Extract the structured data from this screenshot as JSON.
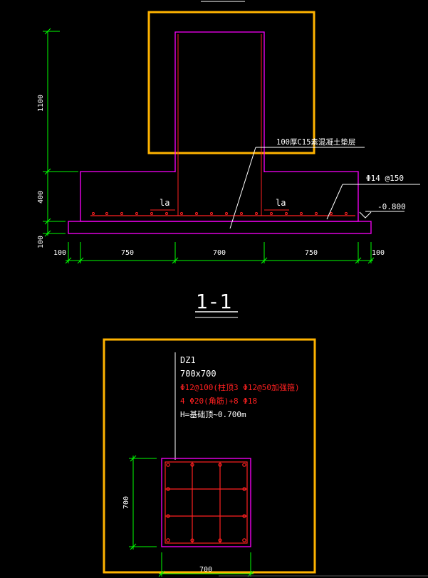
{
  "section": {
    "dimensions": {
      "height_upper": "1100",
      "height_mid": "400",
      "height_lower": "100",
      "width_left_margin": "100",
      "width_left": "750",
      "width_center": "700",
      "width_right": "750",
      "width_right_margin": "100"
    },
    "annotations": {
      "cushion": "100厚C15素混凝土垫层",
      "rebar": "Φ14 @150",
      "elevation": "-0.800",
      "la_left": "la",
      "la_right": "la"
    },
    "title": "1-1"
  },
  "column": {
    "name": "DZ1",
    "size": "700x700",
    "stirrup": "Φ12@100(柱顶3 Φ12@50加强箍)",
    "longitudinal": "4 Φ20(角筋)+8 Φ18",
    "height": "H=基础顶~0.700m",
    "dim_height": "700",
    "dim_width": "700"
  },
  "colors": {
    "outline": "#ff00ff",
    "highlight": "#ffb300",
    "dimension": "#00ff00",
    "rebar": "#ff2020",
    "text": "#ffffff"
  }
}
